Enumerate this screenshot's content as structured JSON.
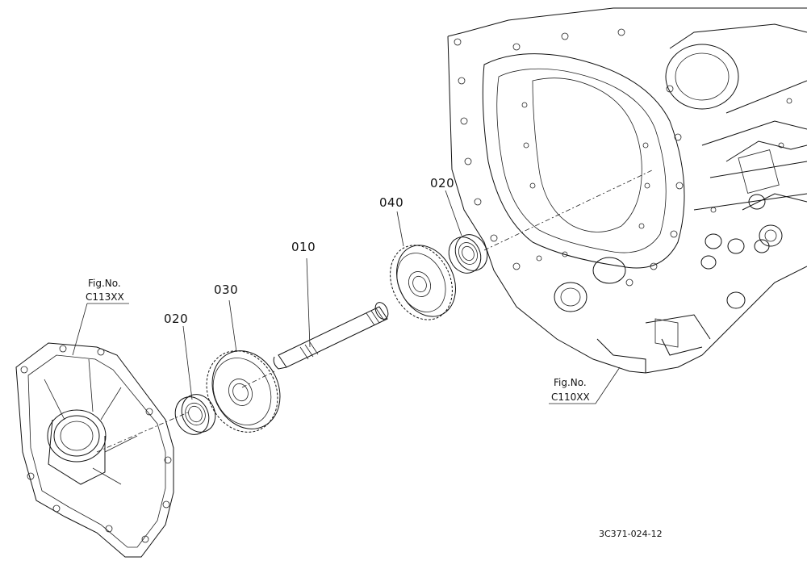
{
  "callouts": {
    "shaft": "010",
    "bearing_left": "020",
    "bearing_right": "020",
    "gear_left": "030",
    "gear_right": "040"
  },
  "references": {
    "front_cover": {
      "line1": "Fig.No.",
      "line2": "C113XX"
    },
    "housing": {
      "line1": "Fig.No.",
      "line2": "C110XX"
    }
  },
  "drawing_code": "3C371-024-12",
  "colors": {
    "ink": "#111111",
    "paper": "#ffffff"
  }
}
